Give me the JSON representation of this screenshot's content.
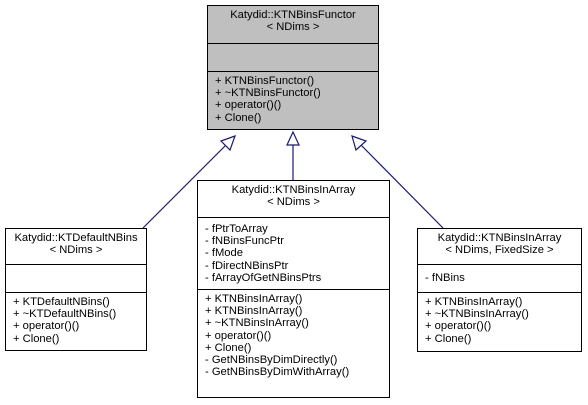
{
  "base": {
    "title": [
      "Katydid::KTNBinsFunctor",
      "< NDims >"
    ],
    "attributes": [],
    "methods": [
      "+ KTNBinsFunctor()",
      "+ ~KTNBinsFunctor()",
      "+ operator()()",
      "+ Clone()"
    ]
  },
  "derived": [
    {
      "title": [
        "Katydid::KTDefaultNBins",
        "< NDims >"
      ],
      "attributes": [],
      "methods": [
        "+ KTDefaultNBins()",
        "+ ~KTDefaultNBins()",
        "+ operator()()",
        "+ Clone()"
      ]
    },
    {
      "title": [
        "Katydid::KTNBinsInArray",
        "< NDims >"
      ],
      "attributes": [
        "- fPtrToArray",
        "- fNBinsFuncPtr",
        "- fMode",
        "- fDirectNBinsPtr",
        "- fArrayOfGetNBinsPtrs"
      ],
      "methods": [
        "+ KTNBinsInArray()",
        "+ KTNBinsInArray()",
        "+ ~KTNBinsInArray()",
        "+ operator()()",
        "+ Clone()",
        "- GetNBinsByDimDirectly()",
        "- GetNBinsByDimWithArray()"
      ]
    },
    {
      "title": [
        "Katydid::KTNBinsInArray",
        "< NDims, FixedSize >"
      ],
      "attributes": [
        "- fNBins"
      ],
      "methods": [
        "+ KTNBinsInArray()",
        "+ ~KTNBinsInArray()",
        "+ operator()()",
        "+ Clone()"
      ]
    }
  ],
  "colors": {
    "edge": "#191970",
    "base_fill": "#bfbfbf",
    "class_fill": "#ffffff"
  }
}
